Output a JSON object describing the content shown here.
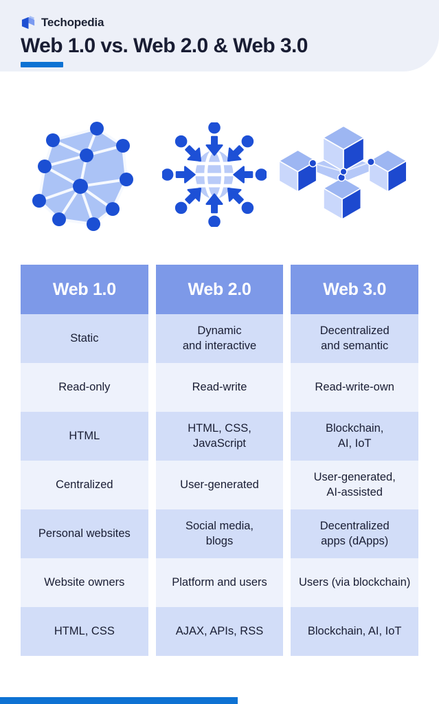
{
  "brand": {
    "name": "Techopedia"
  },
  "header": {
    "title": "Web 1.0 vs. Web 2.0 & Web 3.0"
  },
  "icons": [
    {
      "name": "network-mesh-icon",
      "represents": "Web 1.0"
    },
    {
      "name": "globe-inward-arrows-icon",
      "represents": "Web 2.0"
    },
    {
      "name": "blockchain-cubes-icon",
      "represents": "Web 3.0"
    }
  ],
  "chart_data": {
    "type": "table",
    "title": "Web 1.0 vs. Web 2.0 & Web 3.0",
    "columns": [
      "Web 1.0",
      "Web 2.0",
      "Web 3.0"
    ],
    "rows": [
      [
        "Static",
        "Dynamic\nand interactive",
        "Decentralized\nand semantic"
      ],
      [
        "Read-only",
        "Read-write",
        "Read-write-own"
      ],
      [
        "HTML",
        "HTML, CSS,\nJavaScript",
        "Blockchain,\nAI, IoT"
      ],
      [
        "Centralized",
        "User-generated",
        "User-generated,\nAI-assisted"
      ],
      [
        "Personal websites",
        "Social media,\nblogs",
        "Decentralized\napps (dApps)"
      ],
      [
        "Website owners",
        "Platform and users",
        "Users (via blockchain)"
      ],
      [
        "HTML, CSS",
        "AJAX, APIs, RSS",
        "Blockchain, AI, IoT"
      ]
    ]
  },
  "colors": {
    "accent_blue": "#0e72d3",
    "header_band_bg": "#edf0f8",
    "table_header_bg": "#7d99e8",
    "row_dark": "#d2ddf8",
    "row_light": "#eef2fc",
    "icon_dark_blue": "#1d50d6",
    "icon_light_blue": "#aec4f6",
    "text_dark": "#191d33"
  }
}
